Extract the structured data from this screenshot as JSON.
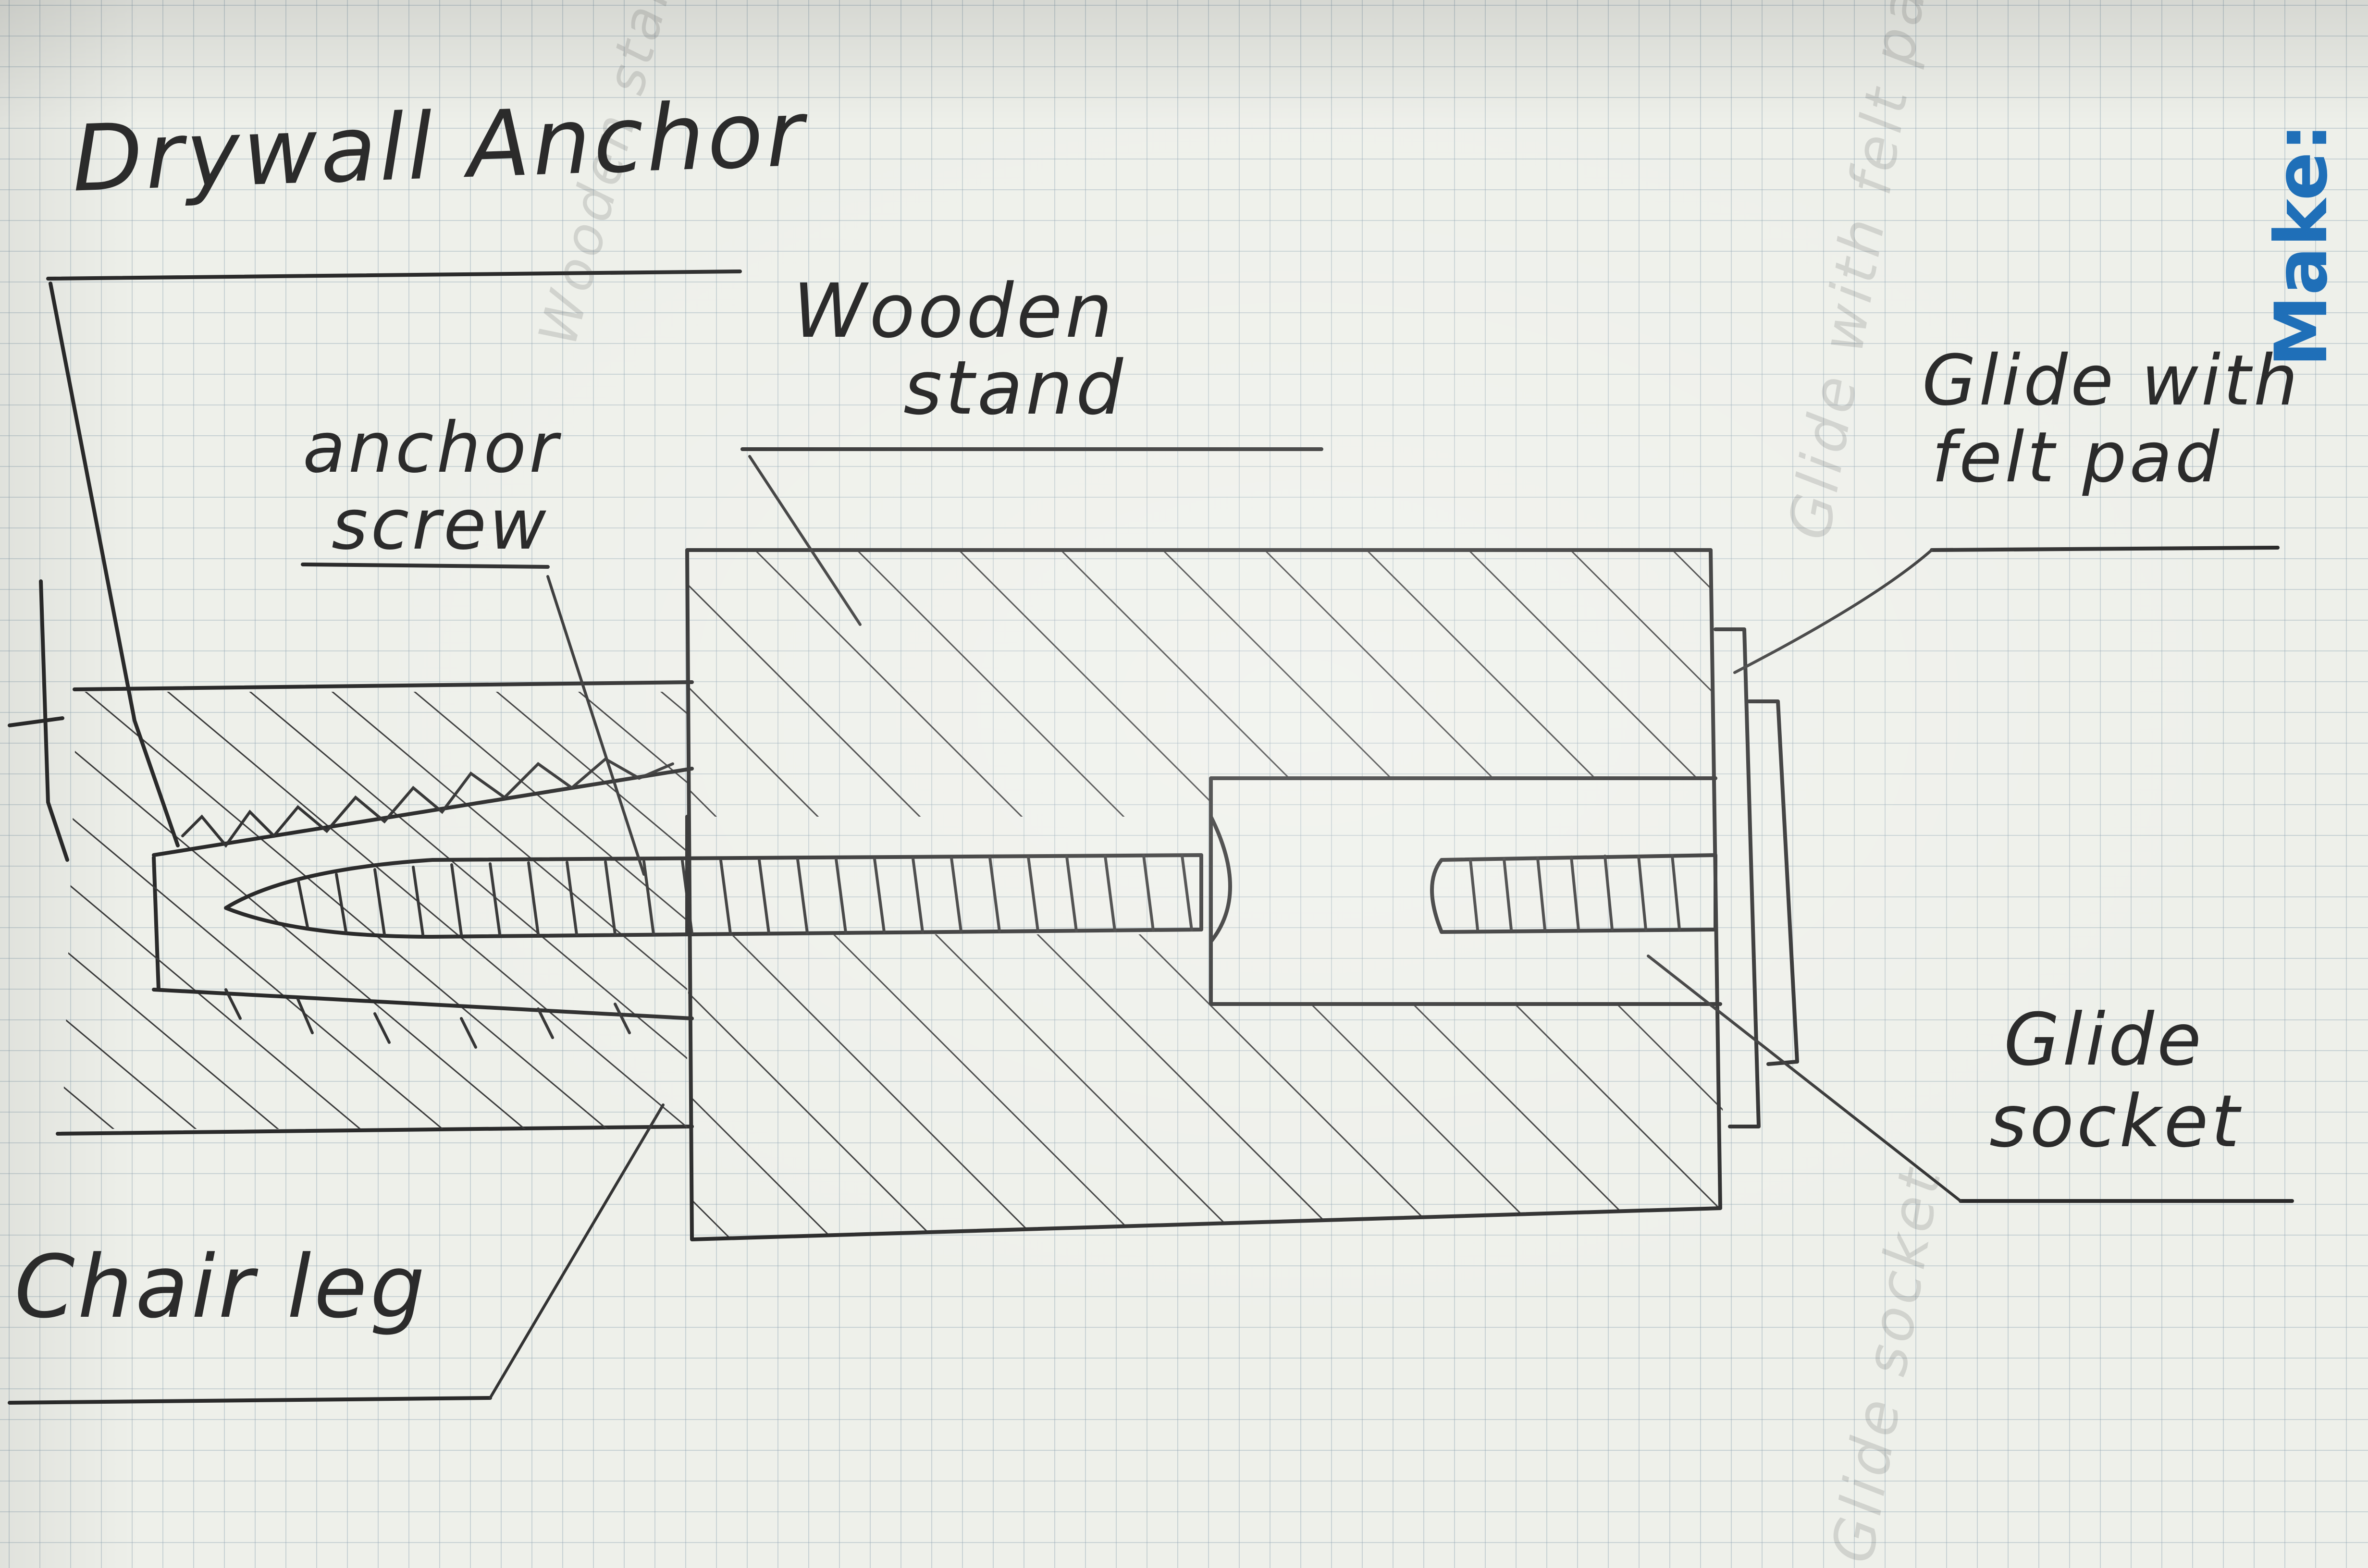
{
  "title": "Drywall Anchor",
  "labels": {
    "wooden_stand": [
      "Wooden",
      "stand"
    ],
    "anchor_screw": [
      "anchor",
      "screw"
    ],
    "glide_with_felt_pad": [
      "Glide with",
      "felt pad"
    ],
    "glide_socket": [
      "Glide",
      "socket"
    ],
    "chair_leg": "Chair leg"
  },
  "ghost_labels": {
    "wooden_stand": "Wooden stand",
    "glide_with_felt_pad": "Glide with felt pad",
    "glide_socket": "Glide socket"
  },
  "logo": "Make:",
  "colors": {
    "paper": "#eef0ea",
    "grid": "#8ca0af",
    "pencil": "#2a2a2a",
    "logo": "#1f6fb8"
  }
}
